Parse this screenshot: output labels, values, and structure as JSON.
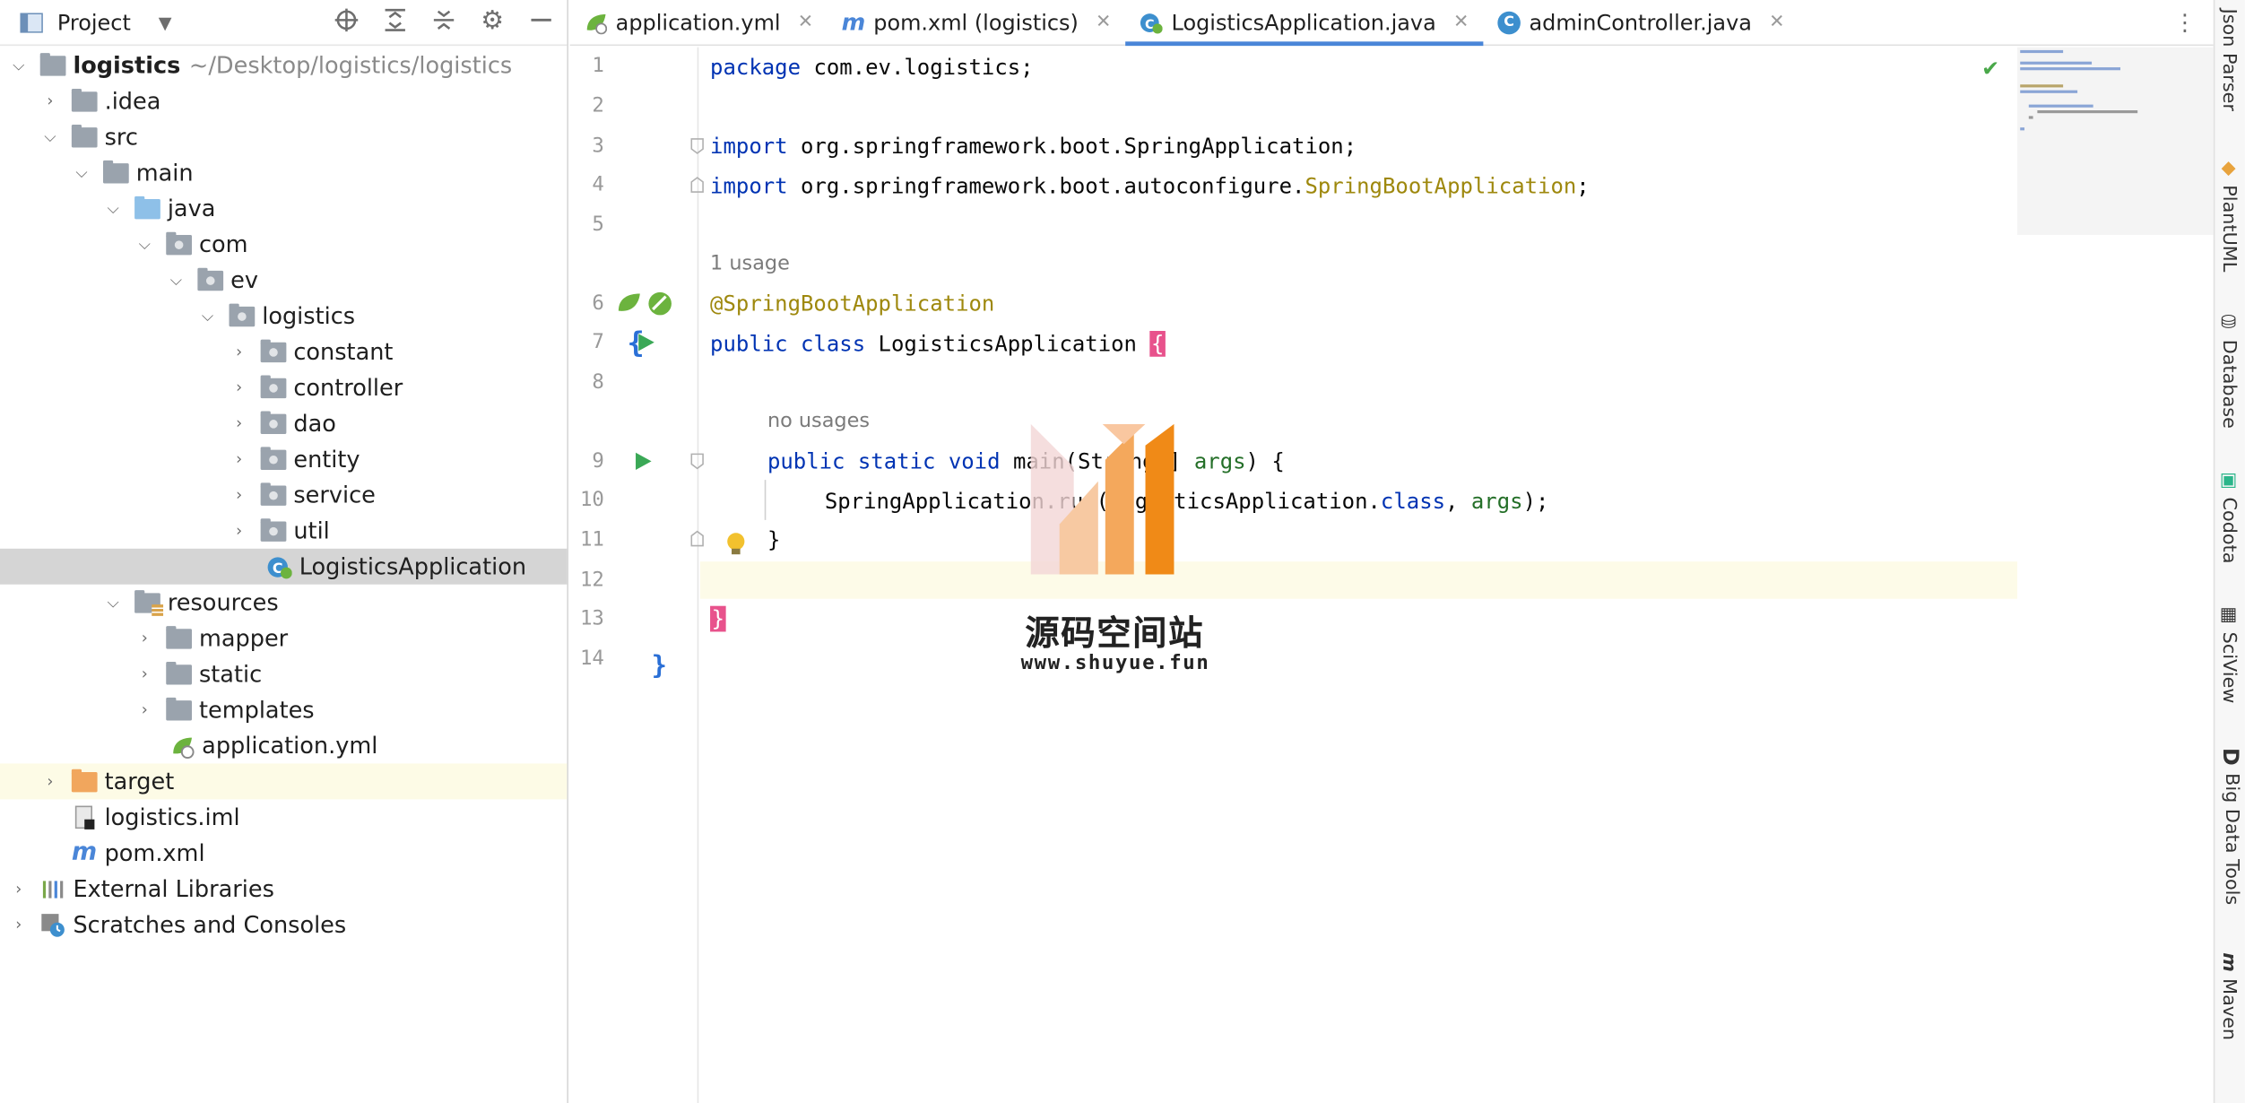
{
  "project": {
    "title": "Project",
    "tree": [
      {
        "label": "logistics",
        "path": "~/Desktop/logistics/logistics"
      },
      {
        "label": ".idea"
      },
      {
        "label": "src"
      },
      {
        "label": "main"
      },
      {
        "label": "java"
      },
      {
        "label": "com"
      },
      {
        "label": "ev"
      },
      {
        "label": "logistics"
      },
      {
        "label": "constant"
      },
      {
        "label": "controller"
      },
      {
        "label": "dao"
      },
      {
        "label": "entity"
      },
      {
        "label": "service"
      },
      {
        "label": "util"
      },
      {
        "label": "LogisticsApplication"
      },
      {
        "label": "resources"
      },
      {
        "label": "mapper"
      },
      {
        "label": "static"
      },
      {
        "label": "templates"
      },
      {
        "label": "application.yml"
      },
      {
        "label": "target"
      },
      {
        "label": "logistics.iml"
      },
      {
        "label": "pom.xml"
      },
      {
        "label": "External Libraries"
      },
      {
        "label": "Scratches and Consoles"
      }
    ]
  },
  "tabs": [
    {
      "label": "application.yml"
    },
    {
      "label": "pom.xml (logistics)"
    },
    {
      "label": "LogisticsApplication.java"
    },
    {
      "label": "adminController.java"
    }
  ],
  "editor": {
    "line_numbers": [
      "1",
      "2",
      "3",
      "4",
      "5",
      "6",
      "7",
      "8",
      "9",
      "10",
      "11",
      "12",
      "13",
      "14"
    ],
    "hint_1usage": "1 usage",
    "hint_nousages": "no usages",
    "l1_kw": "package",
    "l1_rest": " com.ev.logistics;",
    "l3_kw": "import",
    "l3_rest": " org.springframework.boot.SpringApplication;",
    "l4_kw": "import",
    "l4_rest": " org.springframework.boot.autoconfigure.",
    "l4_cls": "SpringBootApplication",
    "l4_end": ";",
    "l6_ann": "@SpringBootApplication",
    "l7_kw": "public class",
    "l7_name": " LogisticsApplication ",
    "l7_brace": "{",
    "l9_kw": "public static void",
    "l9_rest": " main(String[] ",
    "l9_param": "args",
    "l9_end": ") {",
    "l10_a": "SpringApplication.run(LogisticsApplication.",
    "l10_kw": "class",
    "l10_b": ", ",
    "l10_param": "args",
    "l10_c": ");",
    "l11": "}",
    "l13_brace": "}"
  },
  "watermark": {
    "title": "源码空间站",
    "url": "www.shuyue.fun"
  },
  "right_bar": [
    "Json Parser",
    "PlantUML",
    "Database",
    "Codota",
    "SciView",
    "Big Data Tools",
    "Maven"
  ]
}
